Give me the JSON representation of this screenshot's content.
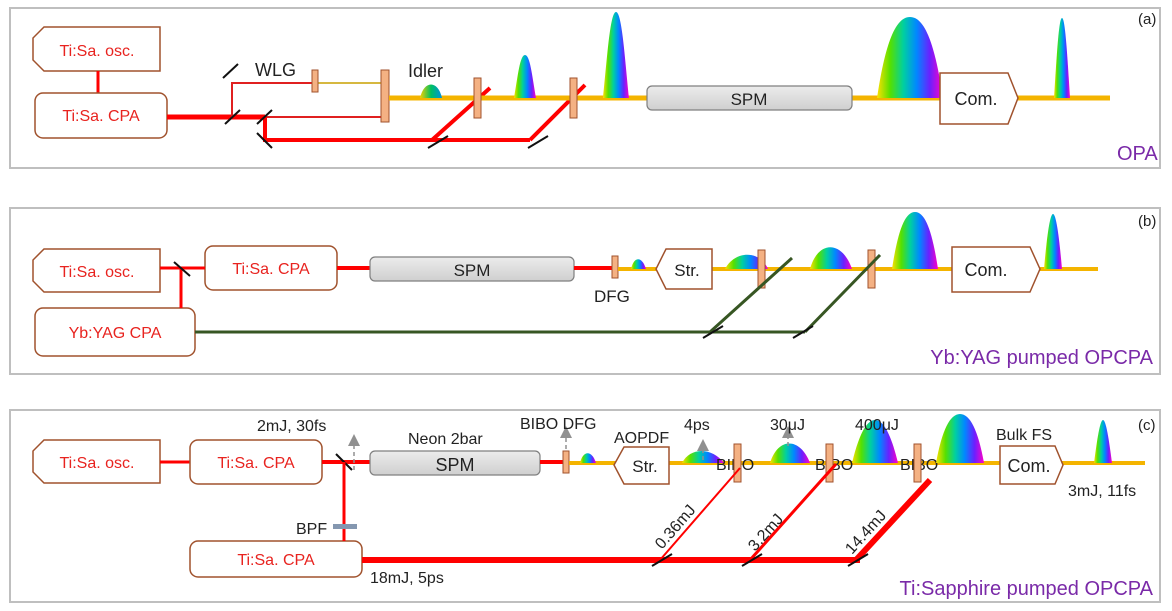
{
  "colors": {
    "box_border": "#a0522d",
    "box_text": "#e8231f",
    "beam_red": "#ff0000",
    "beam_yellow": "#f4b400",
    "beam_green": "#375623",
    "crystal_fill": "#f4b183",
    "spm_fill": "#d9d9d9",
    "label_purple": "#7a2aa8",
    "panel_border": "#bfbfbf",
    "filter_fill": "#8497b0"
  },
  "panel_a": {
    "tag": "(a)",
    "title": "OPA",
    "osc_label": "Ti:Sa. osc.",
    "cpa_label": "Ti:Sa. CPA",
    "wlg_label": "WLG",
    "idler_label": "Idler",
    "spm_label": "SPM",
    "compressor_label": "Com."
  },
  "panel_b": {
    "tag": "(b)",
    "title": "Yb:YAG pumped OPCPA",
    "osc_label": "Ti:Sa. osc.",
    "cpa_label": "Ti:Sa. CPA",
    "yb_label": "Yb:YAG CPA",
    "spm_label": "SPM",
    "dfg_label": "DFG",
    "stretcher_label": "Str.",
    "compressor_label": "Com."
  },
  "panel_c": {
    "tag": "(c)",
    "title": "Ti:Sapphire pumped OPCPA",
    "osc_label": "Ti:Sa. osc.",
    "cpa1_label": "Ti:Sa. CPA",
    "cpa2_label": "Ti:Sa. CPA",
    "spm_label": "SPM",
    "neon_label": "Neon 2bar",
    "cpa1_output": "2mJ, 30fs",
    "bibo_dfg_label": "BIBO DFG",
    "aopdf_label": "AOPDF",
    "stretcher_label": "Str.",
    "out1_label": "4ps",
    "out2_label": "30μJ",
    "out3_label": "400μJ",
    "bibo1_label": "BIBO",
    "bibo2_label": "BIBO",
    "bibo3_label": "BIBO",
    "bulk_label": "Bulk FS",
    "compressor_label": "Com.",
    "final_output": "3mJ, 11fs",
    "bpf_label": "BPF",
    "pump_output": "18mJ, 5ps",
    "pump1_label": "0.36mJ",
    "pump2_label": "3.2mJ",
    "pump3_label": "14.4mJ"
  }
}
